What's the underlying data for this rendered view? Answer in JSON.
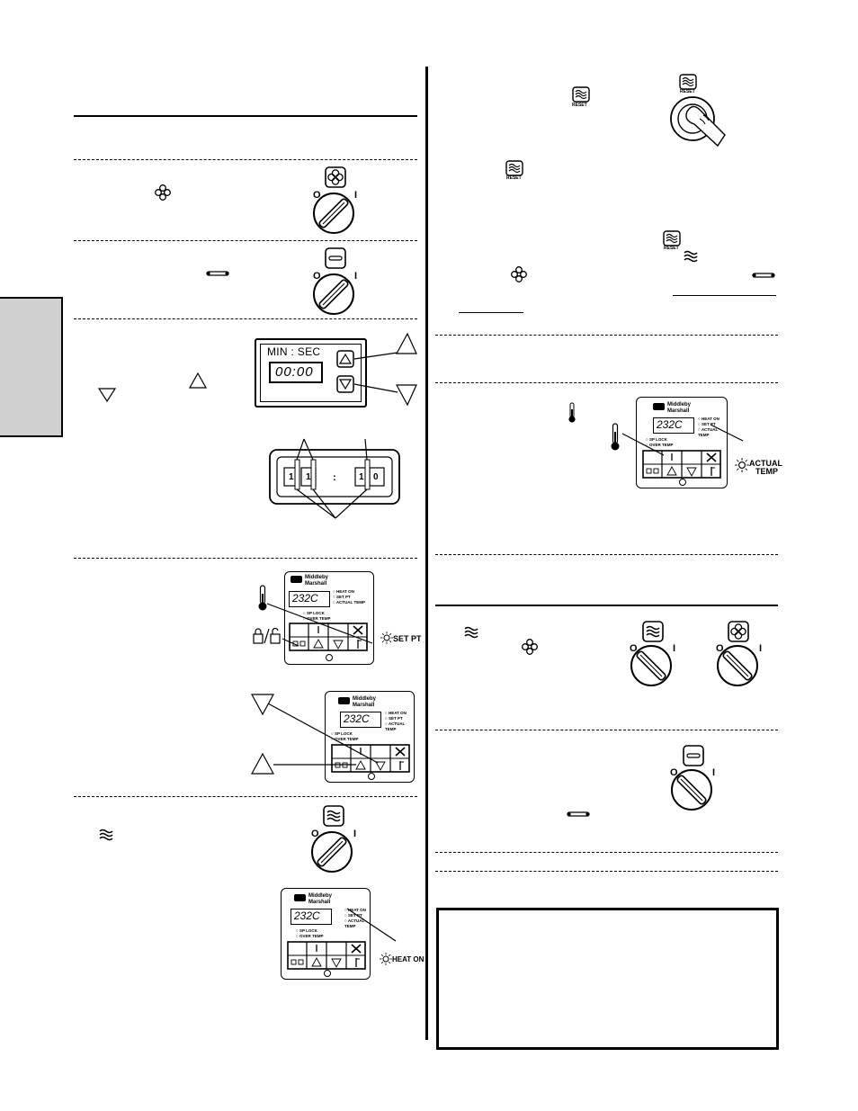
{
  "timer_panel": {
    "header": "MIN : SEC",
    "display": "00:00"
  },
  "dial_marks": {
    "off": "O",
    "on": "I"
  },
  "controller": {
    "brand_line1": "Middleby",
    "brand_line2": "Marshall",
    "display": "232C",
    "leds": [
      "HEAT ON",
      "SET PT",
      "ACTUAL TEMP"
    ],
    "lock_leds": [
      "SP LOCK",
      "OVER TEMP"
    ]
  },
  "callouts": {
    "set_pt": "SET PT",
    "heat_on": "HEAT ON",
    "actual_temp_line1": "ACTUAL",
    "actual_temp_line2": "TEMP"
  },
  "reset_label": "RESET",
  "thumbwheel": {
    "digits": [
      "1",
      "1",
      "1",
      "0"
    ],
    "separator": ":"
  }
}
